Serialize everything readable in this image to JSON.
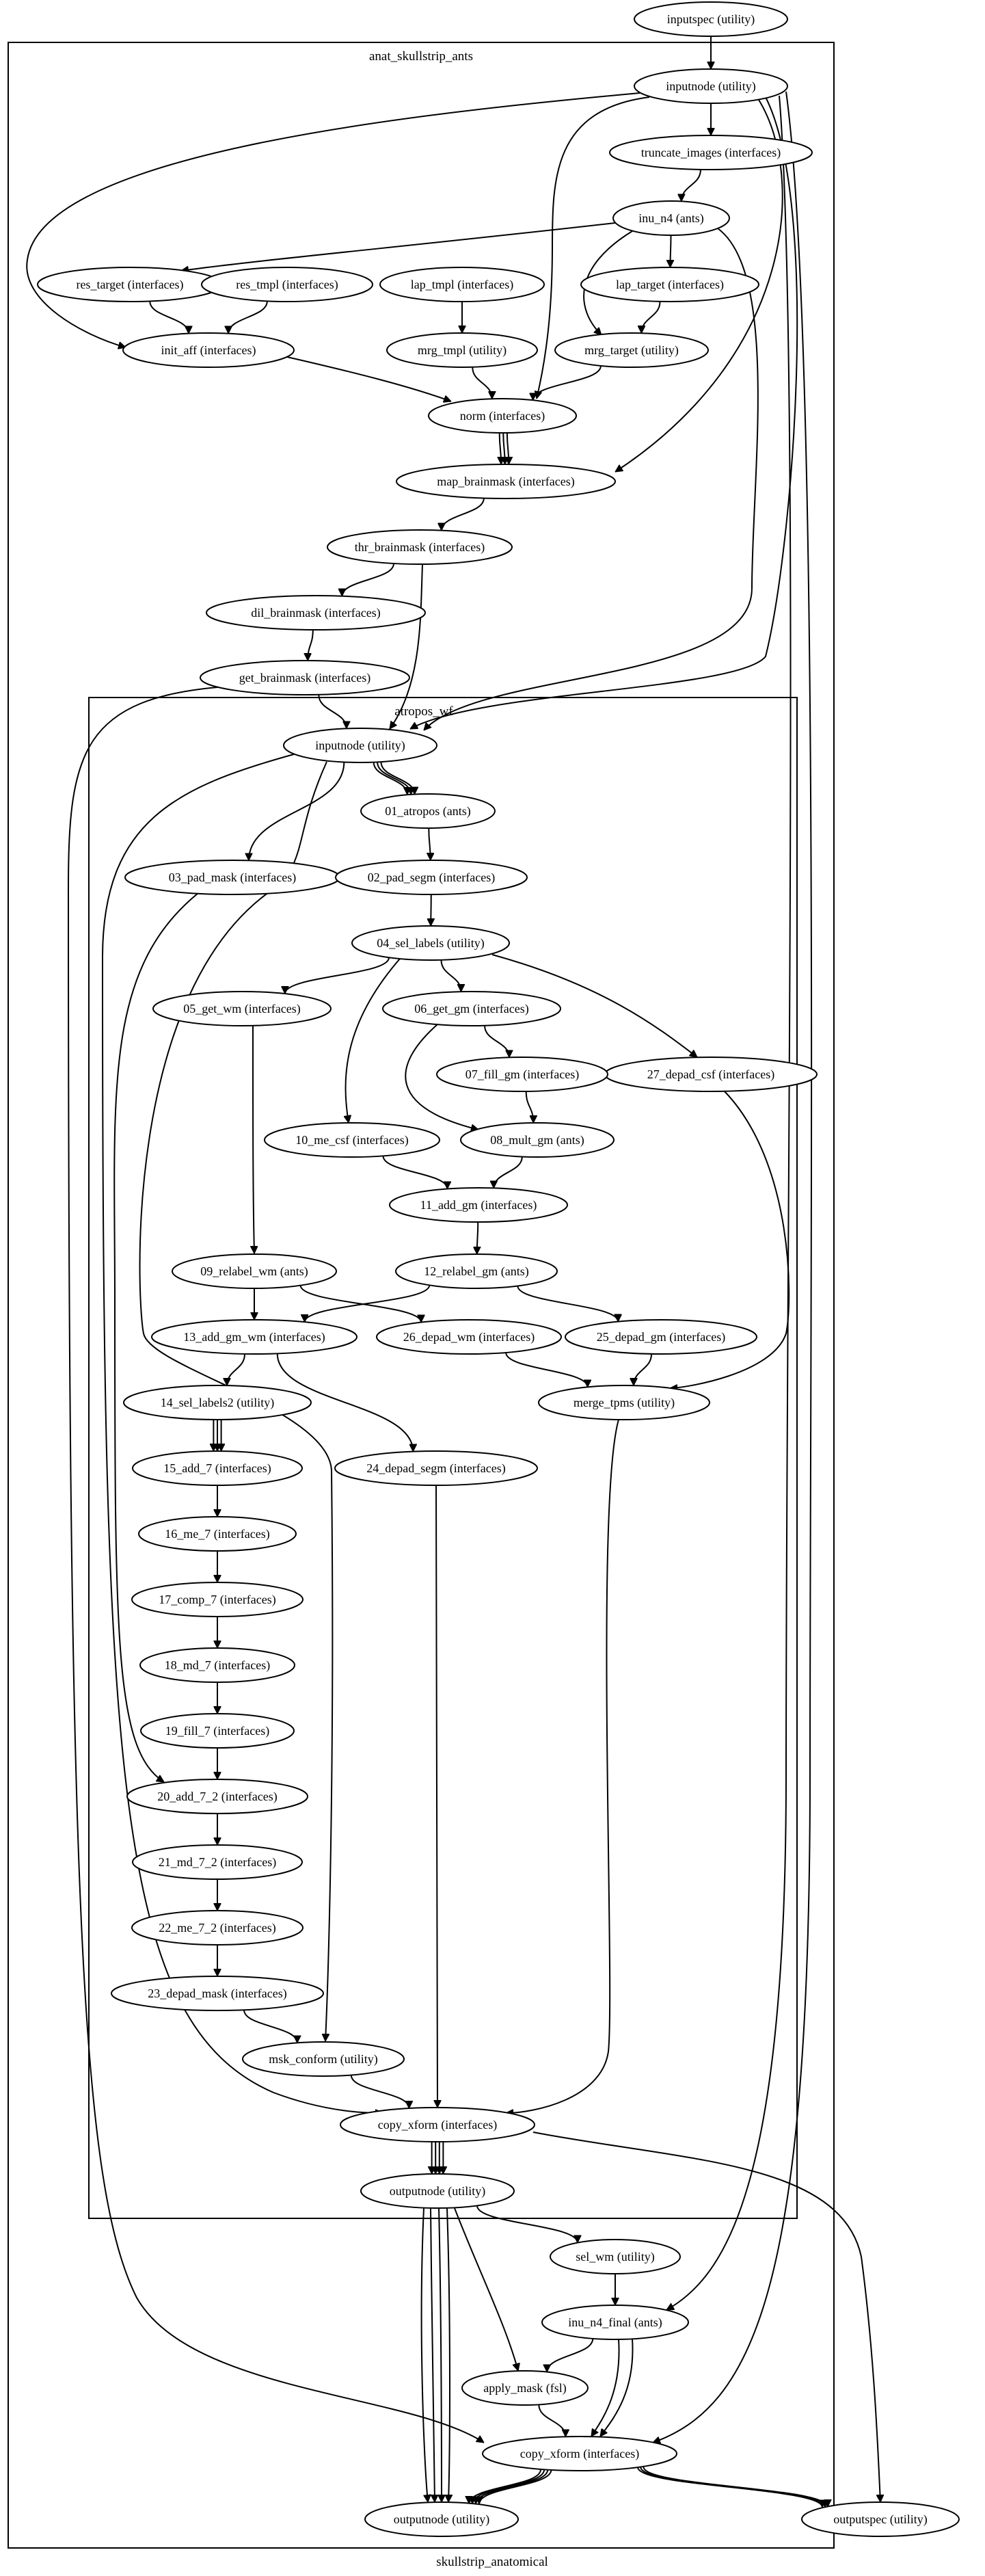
{
  "graph": {
    "title": "skullstrip_anatomical",
    "clusters": [
      {
        "id": "anat",
        "label": "anat_skullstrip_ants"
      },
      {
        "id": "atropos",
        "label": "atropos_wf"
      }
    ],
    "nodes": [
      {
        "id": "n_inputspec",
        "label": "inputspec (utility)"
      },
      {
        "id": "n_inputnode",
        "label": "inputnode (utility)"
      },
      {
        "id": "n_truncate",
        "label": "truncate_images (interfaces)"
      },
      {
        "id": "n_inu_n4",
        "label": "inu_n4 (ants)"
      },
      {
        "id": "n_res_target",
        "label": "res_target (interfaces)"
      },
      {
        "id": "n_res_tmpl",
        "label": "res_tmpl (interfaces)"
      },
      {
        "id": "n_lap_tmpl",
        "label": "lap_tmpl (interfaces)"
      },
      {
        "id": "n_lap_target",
        "label": "lap_target (interfaces)"
      },
      {
        "id": "n_init_aff",
        "label": "init_aff (interfaces)"
      },
      {
        "id": "n_mrg_tmpl",
        "label": "mrg_tmpl (utility)"
      },
      {
        "id": "n_mrg_target",
        "label": "mrg_target (utility)"
      },
      {
        "id": "n_norm",
        "label": "norm (interfaces)"
      },
      {
        "id": "n_map_brainmask",
        "label": "map_brainmask (interfaces)"
      },
      {
        "id": "n_thr_brainmask",
        "label": "thr_brainmask (interfaces)"
      },
      {
        "id": "n_dil_brainmask",
        "label": "dil_brainmask (interfaces)"
      },
      {
        "id": "n_get_brainmask",
        "label": "get_brainmask (interfaces)"
      },
      {
        "id": "a_inputnode",
        "label": "inputnode (utility)"
      },
      {
        "id": "a_01",
        "label": "01_atropos (ants)"
      },
      {
        "id": "a_03",
        "label": "03_pad_mask (interfaces)"
      },
      {
        "id": "a_02",
        "label": "02_pad_segm (interfaces)"
      },
      {
        "id": "a_04",
        "label": "04_sel_labels (utility)"
      },
      {
        "id": "a_05",
        "label": "05_get_wm (interfaces)"
      },
      {
        "id": "a_06",
        "label": "06_get_gm (interfaces)"
      },
      {
        "id": "a_27",
        "label": "27_depad_csf (interfaces)"
      },
      {
        "id": "a_07",
        "label": "07_fill_gm (interfaces)"
      },
      {
        "id": "a_10",
        "label": "10_me_csf (interfaces)"
      },
      {
        "id": "a_08",
        "label": "08_mult_gm (ants)"
      },
      {
        "id": "a_11",
        "label": "11_add_gm (interfaces)"
      },
      {
        "id": "a_09",
        "label": "09_relabel_wm (ants)"
      },
      {
        "id": "a_12",
        "label": "12_relabel_gm (ants)"
      },
      {
        "id": "a_13",
        "label": "13_add_gm_wm (interfaces)"
      },
      {
        "id": "a_26",
        "label": "26_depad_wm (interfaces)"
      },
      {
        "id": "a_25",
        "label": "25_depad_gm (interfaces)"
      },
      {
        "id": "a_14",
        "label": "14_sel_labels2 (utility)"
      },
      {
        "id": "a_merge",
        "label": "merge_tpms (utility)"
      },
      {
        "id": "a_15",
        "label": "15_add_7 (interfaces)"
      },
      {
        "id": "a_24",
        "label": "24_depad_segm (interfaces)"
      },
      {
        "id": "a_16",
        "label": "16_me_7 (interfaces)"
      },
      {
        "id": "a_17",
        "label": "17_comp_7 (interfaces)"
      },
      {
        "id": "a_18",
        "label": "18_md_7 (interfaces)"
      },
      {
        "id": "a_19",
        "label": "19_fill_7 (interfaces)"
      },
      {
        "id": "a_20",
        "label": "20_add_7_2 (interfaces)"
      },
      {
        "id": "a_21",
        "label": "21_md_7_2 (interfaces)"
      },
      {
        "id": "a_22",
        "label": "22_me_7_2 (interfaces)"
      },
      {
        "id": "a_23",
        "label": "23_depad_mask (interfaces)"
      },
      {
        "id": "a_msk",
        "label": "msk_conform (utility)"
      },
      {
        "id": "a_copy",
        "label": "copy_xform (interfaces)"
      },
      {
        "id": "a_outputnode",
        "label": "outputnode (utility)"
      },
      {
        "id": "n_sel_wm",
        "label": "sel_wm (utility)"
      },
      {
        "id": "n_inu_final",
        "label": "inu_n4_final (ants)"
      },
      {
        "id": "n_apply_mask",
        "label": "apply_mask (fsl)"
      },
      {
        "id": "n_copy_xform",
        "label": "copy_xform (interfaces)"
      },
      {
        "id": "n_outputnode",
        "label": "outputnode (utility)"
      },
      {
        "id": "n_outputspec",
        "label": "outputspec (utility)"
      }
    ]
  }
}
